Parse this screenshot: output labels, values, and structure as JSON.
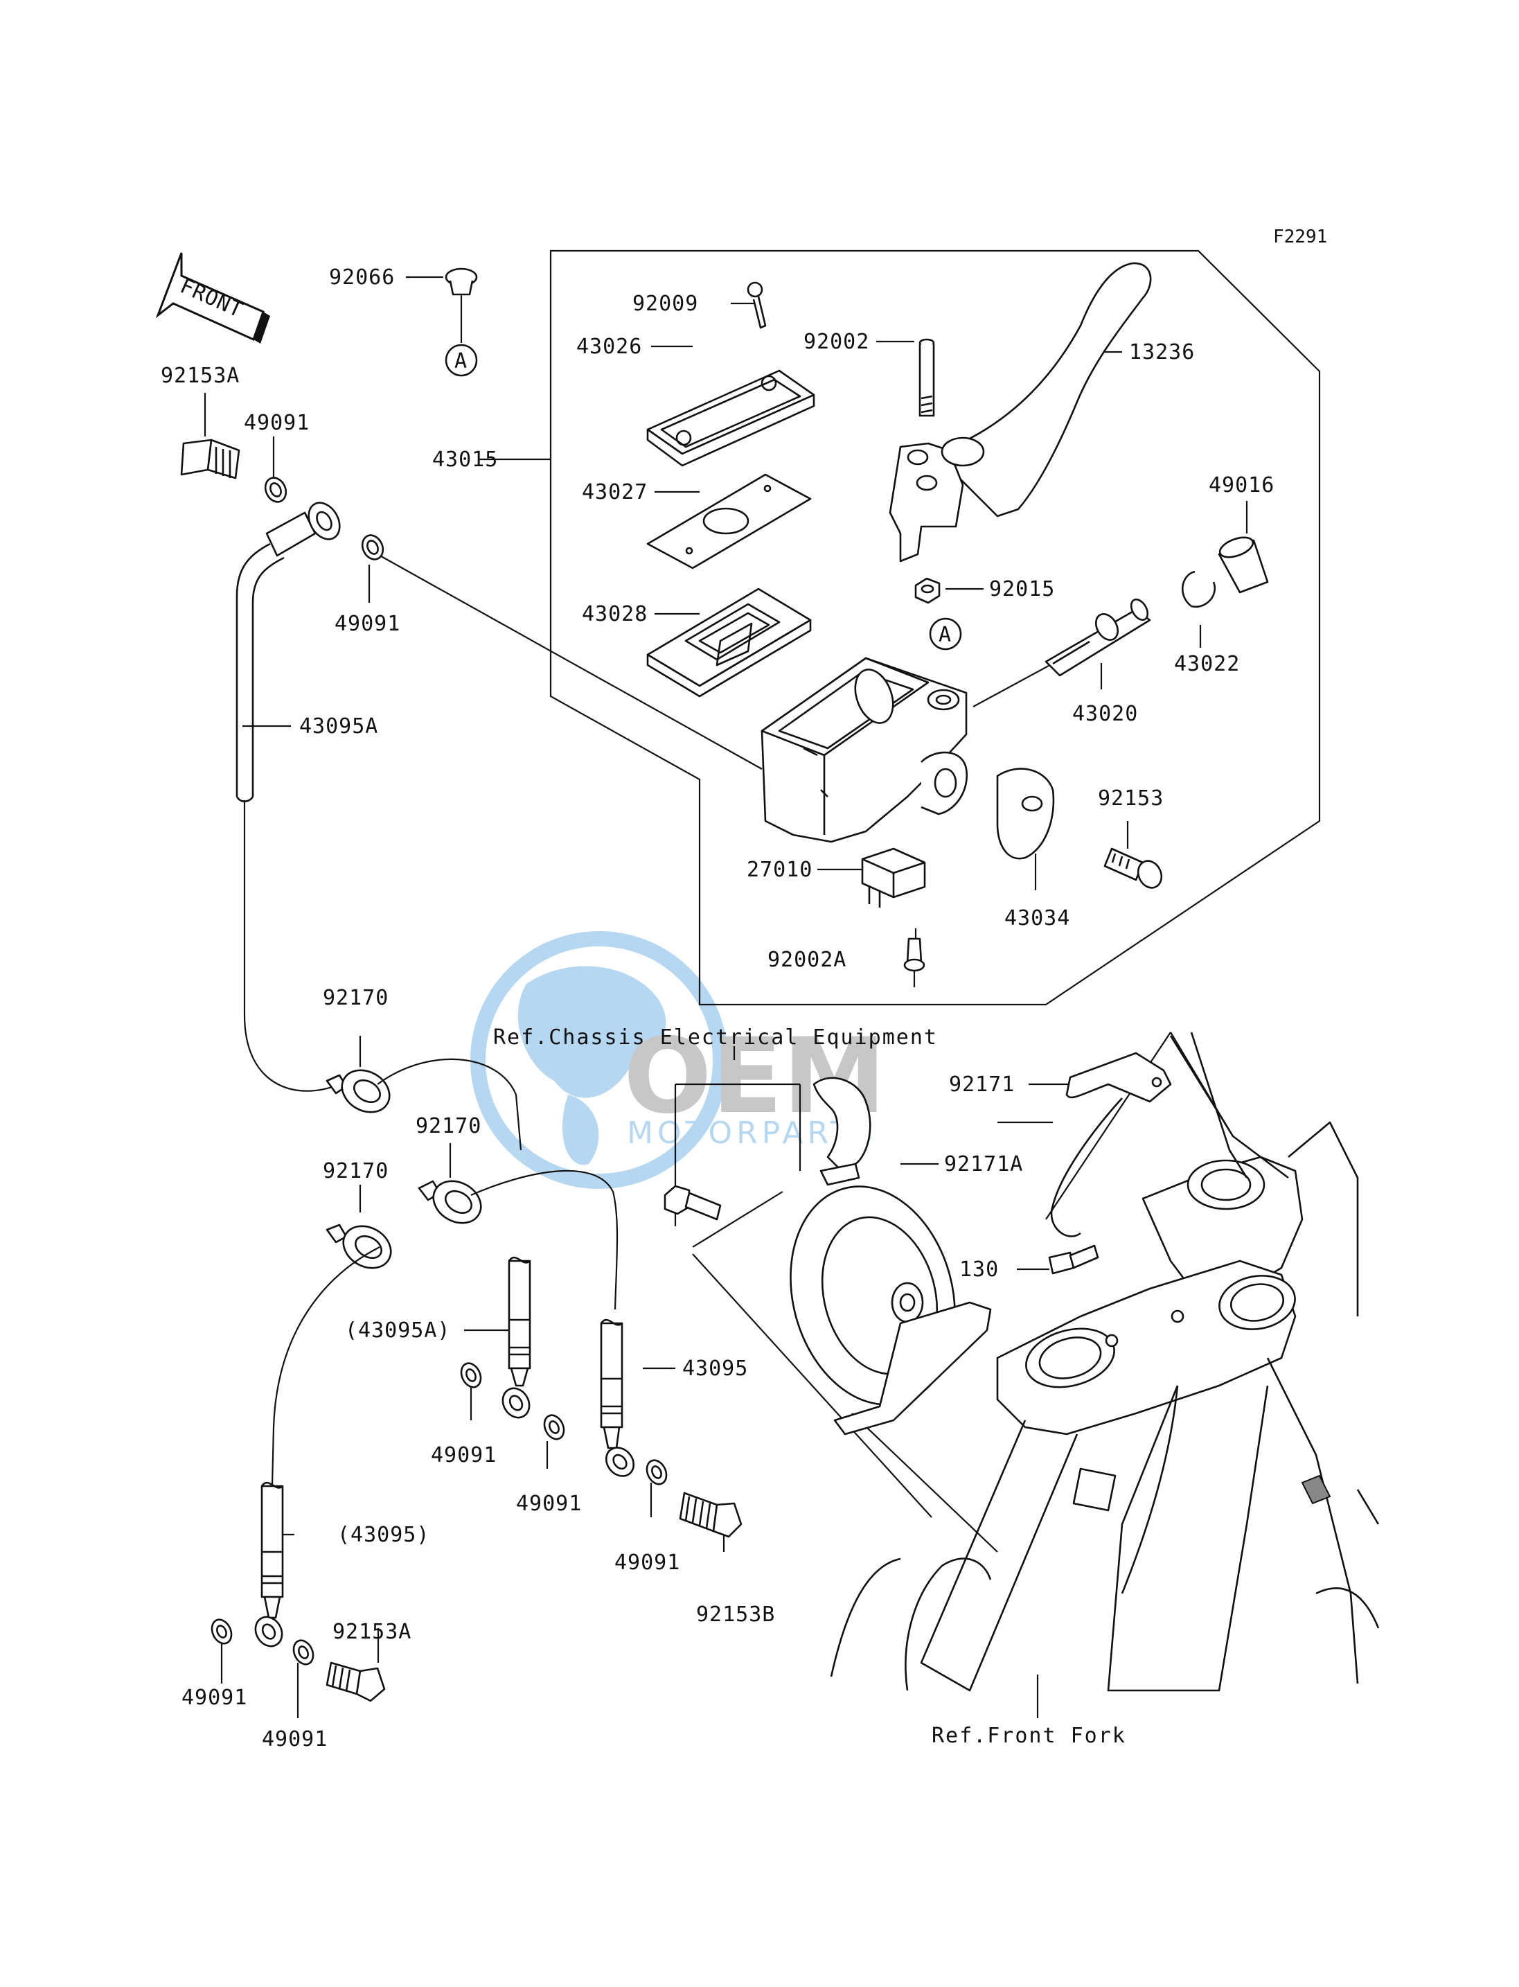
{
  "figure_code": "F2291",
  "front_label": "FRONT",
  "marker_letter": "A",
  "watermark": {
    "main": "OEM",
    "sub": "MOTORPARTS",
    "color": "#7ab8e6"
  },
  "callouts": {
    "p92066": "92066",
    "p92153A_top": "92153A",
    "p49091_a": "49091",
    "p49091_b": "49091",
    "p43095A": "43095A",
    "p92009": "92009",
    "p43026": "43026",
    "p43015": "43015",
    "p43027": "43027",
    "p43028": "43028",
    "p92002": "92002",
    "p13236": "13236",
    "p49016": "49016",
    "p92015": "92015",
    "p43022": "43022",
    "p43020": "43020",
    "p92153": "92153",
    "p27010": "27010",
    "p43034": "43034",
    "p92002A": "92002A",
    "p92170_a": "92170",
    "p92170_b": "92170",
    "p92170_c": "92170",
    "p92171": "92171",
    "p92171A": "92171A",
    "p130": "130",
    "p43095A_paren": "(43095A)",
    "p43095": "43095",
    "p43095_paren": "(43095)",
    "p49091_c": "49091",
    "p49091_d": "49091",
    "p49091_e": "49091",
    "p49091_f": "49091",
    "p49091_g": "49091",
    "p92153B": "92153B",
    "p92153A_bot": "92153A"
  },
  "references": {
    "chassis_electrical": "Ref.Chassis Electrical Equipment",
    "front_fork": "Ref.Front Fork"
  }
}
